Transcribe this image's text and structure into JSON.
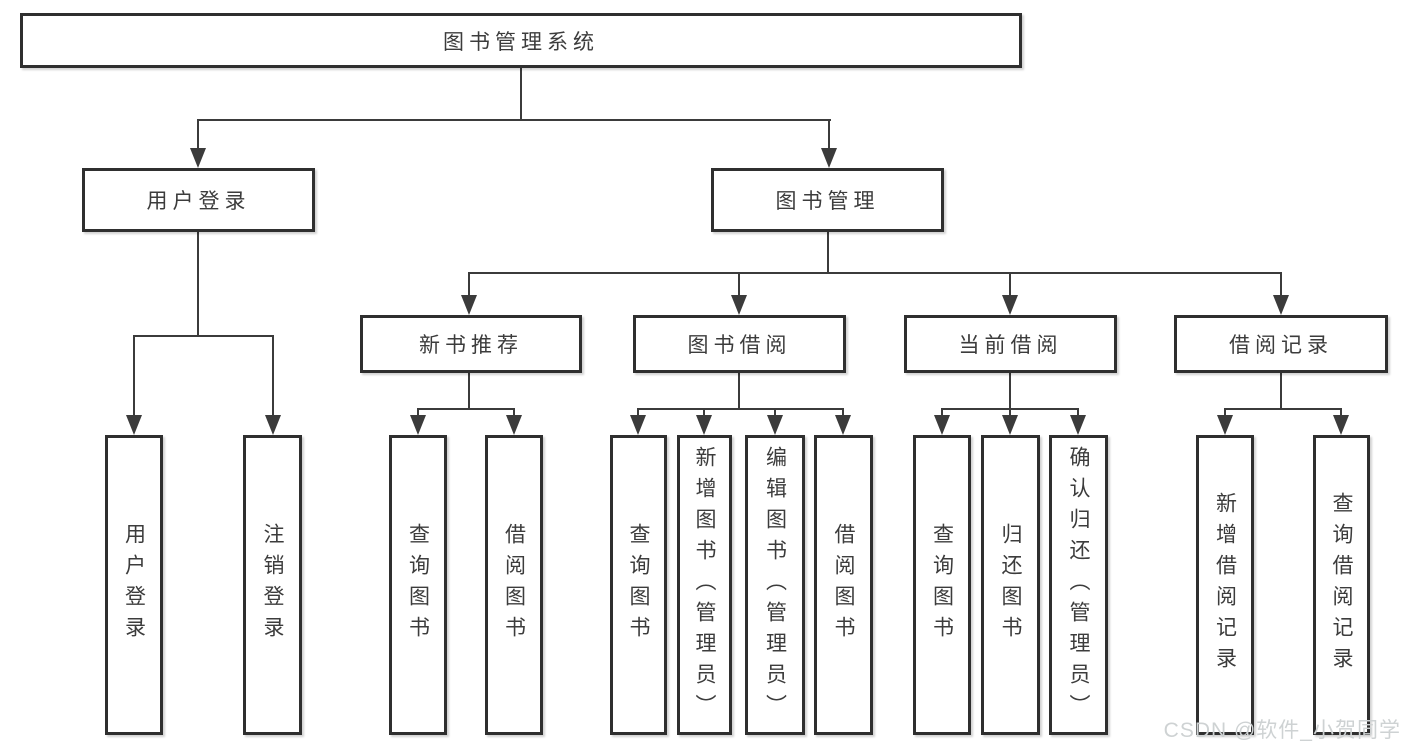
{
  "tree": {
    "root": {
      "label": "图书管理系统",
      "children": [
        {
          "label": "用户登录",
          "children": [
            {
              "label": "用户登录"
            },
            {
              "label": "注销登录"
            }
          ]
        },
        {
          "label": "图书管理",
          "children": [
            {
              "label": "新书推荐",
              "children": [
                {
                  "label": "查询图书"
                },
                {
                  "label": "借阅图书"
                }
              ]
            },
            {
              "label": "图书借阅",
              "children": [
                {
                  "label": "查询图书"
                },
                {
                  "label": "新增图书（管理员）"
                },
                {
                  "label": "编辑图书（管理员）"
                },
                {
                  "label": "借阅图书"
                }
              ]
            },
            {
              "label": "当前借阅",
              "children": [
                {
                  "label": "查询图书"
                },
                {
                  "label": "归还图书"
                },
                {
                  "label": "确认归还（管理员）"
                }
              ]
            },
            {
              "label": "借阅记录",
              "children": [
                {
                  "label": "新增借阅记录"
                },
                {
                  "label": "查询借阅记录"
                }
              ]
            }
          ]
        }
      ]
    }
  },
  "watermark": {
    "text": "CSDN @软件_小贺同学"
  },
  "colors": {
    "background": "#ffffff",
    "box_border": "#2f2f2f",
    "box_fill": "#ffffff",
    "line": "#3b3b3b",
    "text": "#3c3c3c",
    "watermark_text": "#ced2d3"
  }
}
